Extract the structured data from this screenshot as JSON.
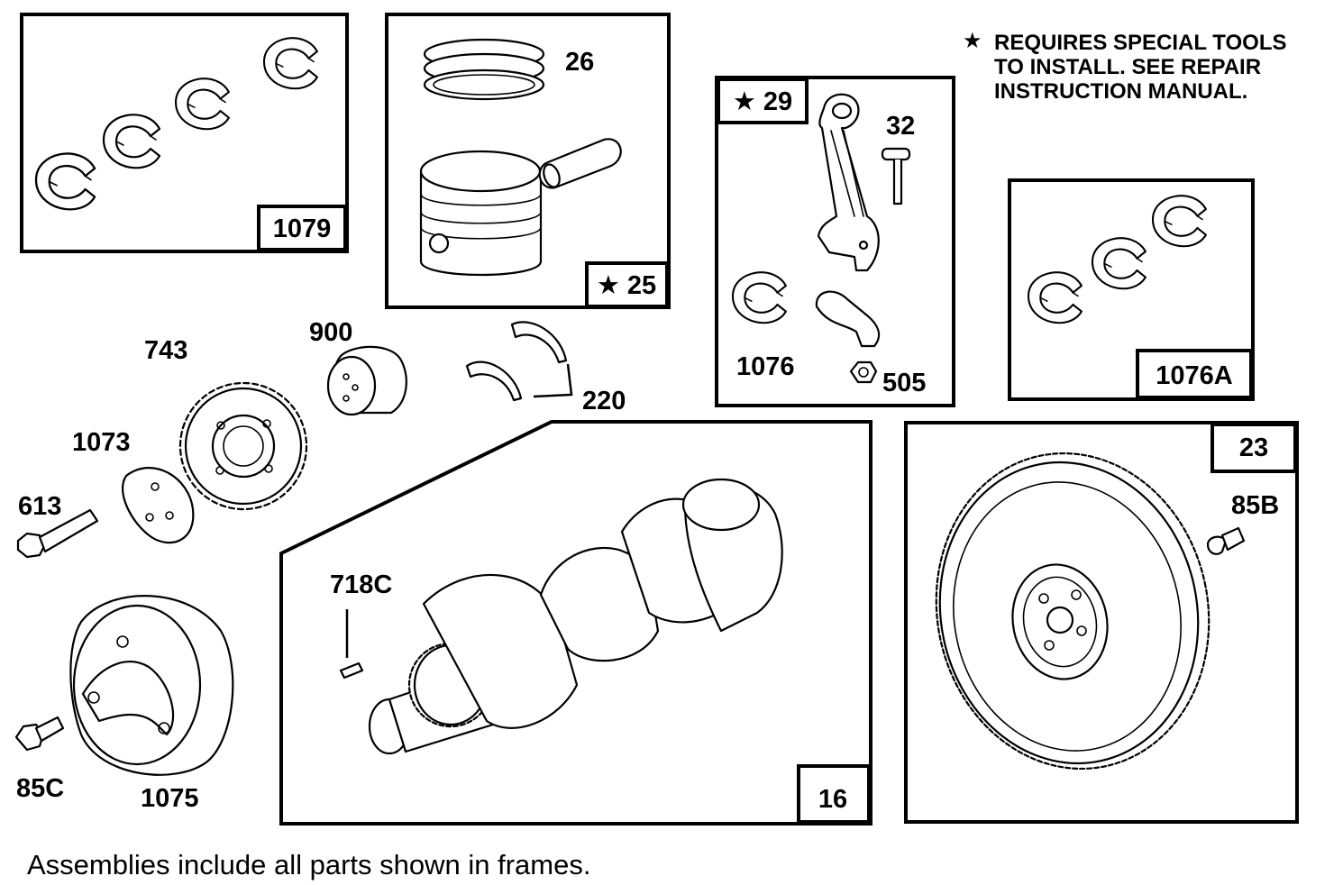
{
  "note": {
    "star": "★",
    "lines": [
      "REQUIRES SPECIAL TOOLS",
      "TO INSTALL.  SEE REPAIR",
      "INSTRUCTION MANUAL."
    ]
  },
  "frames": {
    "f1079": "1079",
    "f25": "★ 25",
    "f29": "★ 29",
    "f1076a": "1076A",
    "f16": "16",
    "f23": "23"
  },
  "parts": {
    "p26": "26",
    "p32": "32",
    "p1076": "1076",
    "p505": "505",
    "p743": "743",
    "p900": "900",
    "p220": "220",
    "p1073": "1073",
    "p613": "613",
    "p718c": "718C",
    "p85b": "85B",
    "p85c": "85C",
    "p1075": "1075"
  },
  "footer": "Assemblies include all parts shown in frames."
}
